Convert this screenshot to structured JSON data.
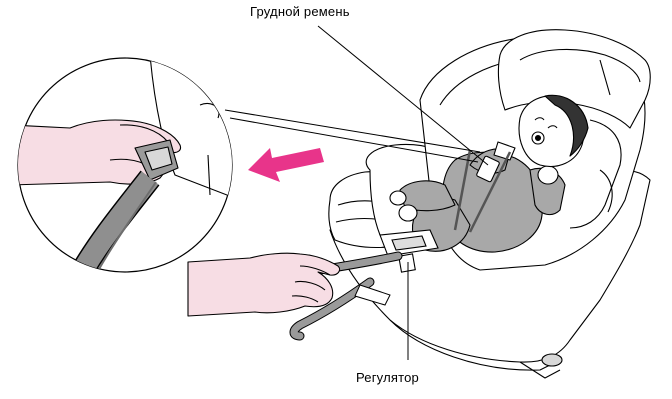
{
  "labels": {
    "chest_strap": "Грудной ремень",
    "adjuster": "Регулятор"
  },
  "colors": {
    "skin": "#f7dde4",
    "arrow": "#e8348a",
    "belt": "#9a9a9a",
    "outline": "#000000",
    "shirt": "#a8a8a8",
    "seat_fill": "#ffffff"
  },
  "icons": {
    "direction": "pull-arrow-left"
  }
}
